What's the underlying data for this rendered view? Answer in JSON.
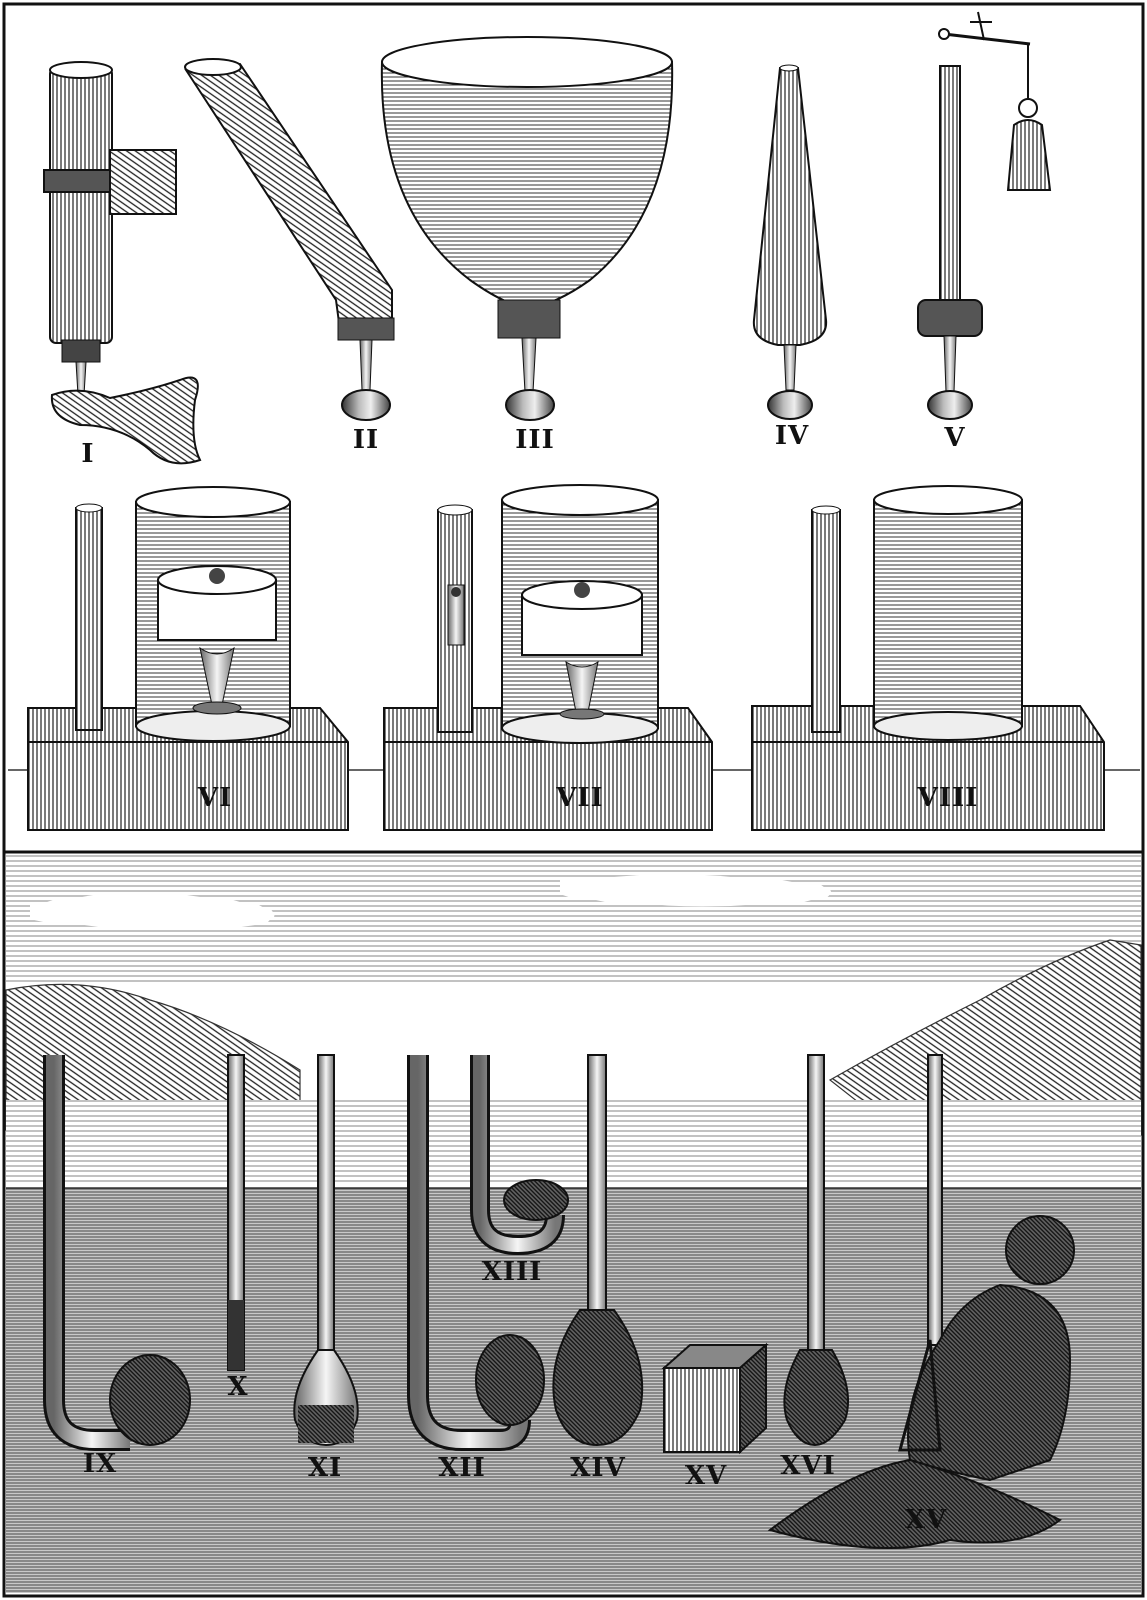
{
  "figures": {
    "fig1": "I",
    "fig2": "II",
    "fig3": "III",
    "fig4": "IV",
    "fig5": "V",
    "fig6": "VI",
    "fig7": "VII",
    "fig8": "VIII",
    "fig9": "IX",
    "fig10": "X",
    "fig11": "XI",
    "fig12": "XII",
    "fig13": "XIII",
    "fig14": "XIV",
    "fig15": "XV",
    "fig16": "XVI",
    "fig17": "XV"
  },
  "colors": {
    "ink": "#111111",
    "paper": "#ffffff",
    "water": "#9a9a9a",
    "sky": "#d9d9d9"
  }
}
